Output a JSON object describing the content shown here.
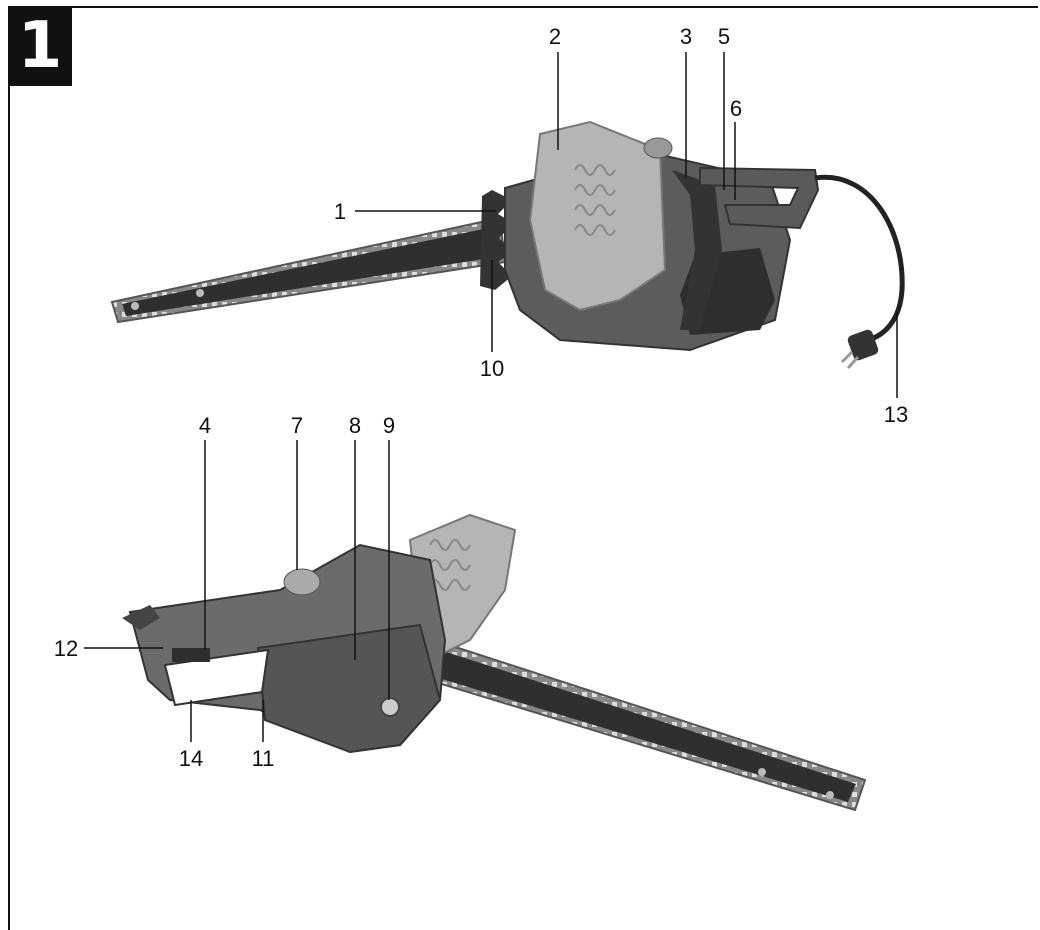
{
  "figure": {
    "number": "1"
  },
  "callouts": [
    {
      "id": "1"
    },
    {
      "id": "2"
    },
    {
      "id": "3"
    },
    {
      "id": "5"
    },
    {
      "id": "6"
    },
    {
      "id": "10"
    },
    {
      "id": "13"
    },
    {
      "id": "4"
    },
    {
      "id": "7"
    },
    {
      "id": "8"
    },
    {
      "id": "9"
    },
    {
      "id": "12"
    },
    {
      "id": "14"
    },
    {
      "id": "11"
    }
  ],
  "colors": {
    "body": "#6b6b6b",
    "dark": "#2e2e2e",
    "guard": "#b5b5b5",
    "line": "#111111"
  }
}
